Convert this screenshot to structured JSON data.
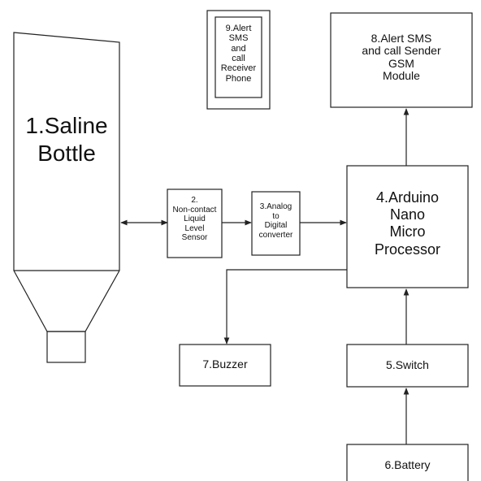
{
  "blocks": {
    "saline_bottle": {
      "line1": "1.Saline",
      "line2": "Bottle"
    },
    "level_sensor": {
      "lines": [
        "2.",
        "Non-contact",
        "Liquid",
        "Level",
        "Sensor"
      ]
    },
    "adc": {
      "lines": [
        "3.Analog",
        "to",
        "Digital",
        "converter"
      ]
    },
    "arduino": {
      "lines": [
        "4.Arduino",
        "Nano",
        "Micro",
        "Processor"
      ]
    },
    "switch": {
      "label": "5.Switch"
    },
    "battery": {
      "label": "6.Battery"
    },
    "buzzer": {
      "label": "7.Buzzer"
    },
    "gsm": {
      "lines": [
        "8.Alert SMS",
        "and call Sender",
        "GSM",
        "Module"
      ]
    },
    "phone": {
      "lines": [
        "9.Alert",
        "SMS",
        "and",
        "call",
        "Receiver",
        "Phone"
      ]
    }
  },
  "colors": {
    "line": "#222222",
    "background": "#ffffff"
  }
}
